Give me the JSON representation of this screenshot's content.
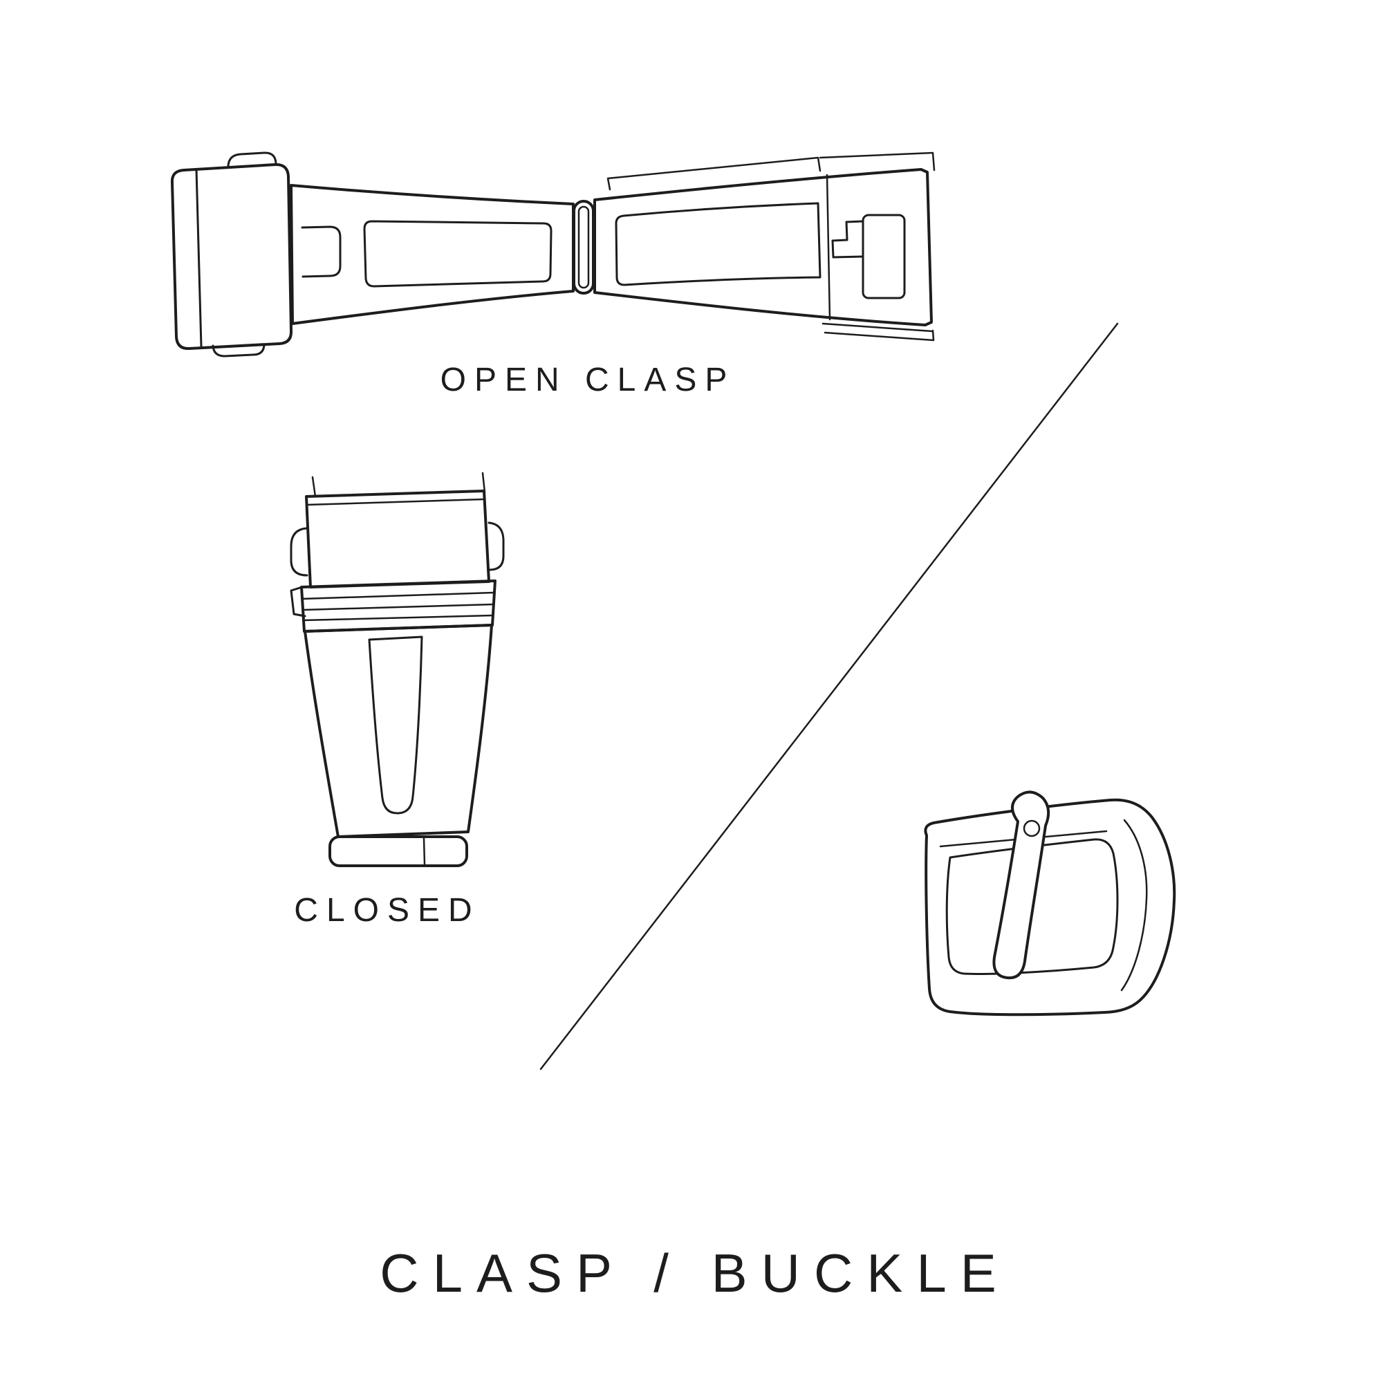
{
  "colors": {
    "background": "#ffffff",
    "ink": "#1d1d1b"
  },
  "diagram": {
    "title": "CLASP / BUCKLE",
    "figures": [
      {
        "id": "open-clasp-illustration",
        "label": "OPEN CLASP"
      },
      {
        "id": "closed-clasp-illustration",
        "label": "CLOSED"
      },
      {
        "id": "tang-buckle-illustration",
        "label": ""
      }
    ]
  }
}
